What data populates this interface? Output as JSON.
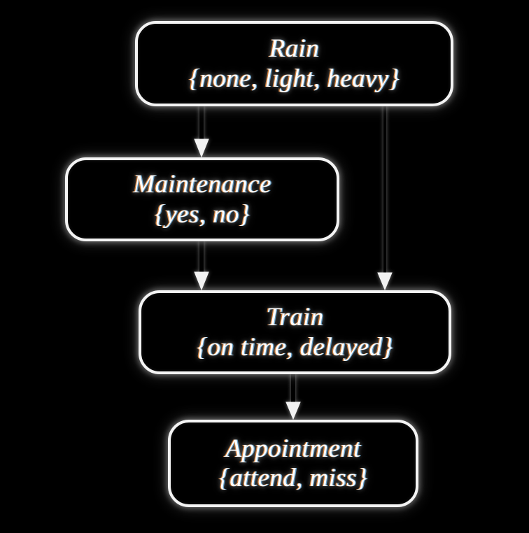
{
  "diagram": {
    "type": "bayesian-network",
    "background_color": "#000000",
    "node_border_color": "#f4f4f4",
    "text_color": "#ffffff",
    "edge_color": "#f2f2f2",
    "nodes": [
      {
        "id": "rain",
        "name": "Rain",
        "states_text": "{none, light, heavy}",
        "states": [
          "none",
          "light",
          "heavy"
        ]
      },
      {
        "id": "maintenance",
        "name": "Maintenance",
        "states_text": "{yes, no}",
        "states": [
          "yes",
          "no"
        ]
      },
      {
        "id": "train",
        "name": "Train",
        "states_text": "{on time, delayed}",
        "states": [
          "on time",
          "delayed"
        ]
      },
      {
        "id": "appointment",
        "name": "Appointment",
        "states_text": "{attend, miss}",
        "states": [
          "attend",
          "miss"
        ]
      }
    ],
    "edges": [
      {
        "id": "rain-maintenance",
        "from": "Rain",
        "to": "Maintenance"
      },
      {
        "id": "rain-train",
        "from": "Rain",
        "to": "Train"
      },
      {
        "id": "maintenance-train",
        "from": "Maintenance",
        "to": "Train"
      },
      {
        "id": "train-appointment",
        "from": "Train",
        "to": "Appointment"
      }
    ]
  }
}
